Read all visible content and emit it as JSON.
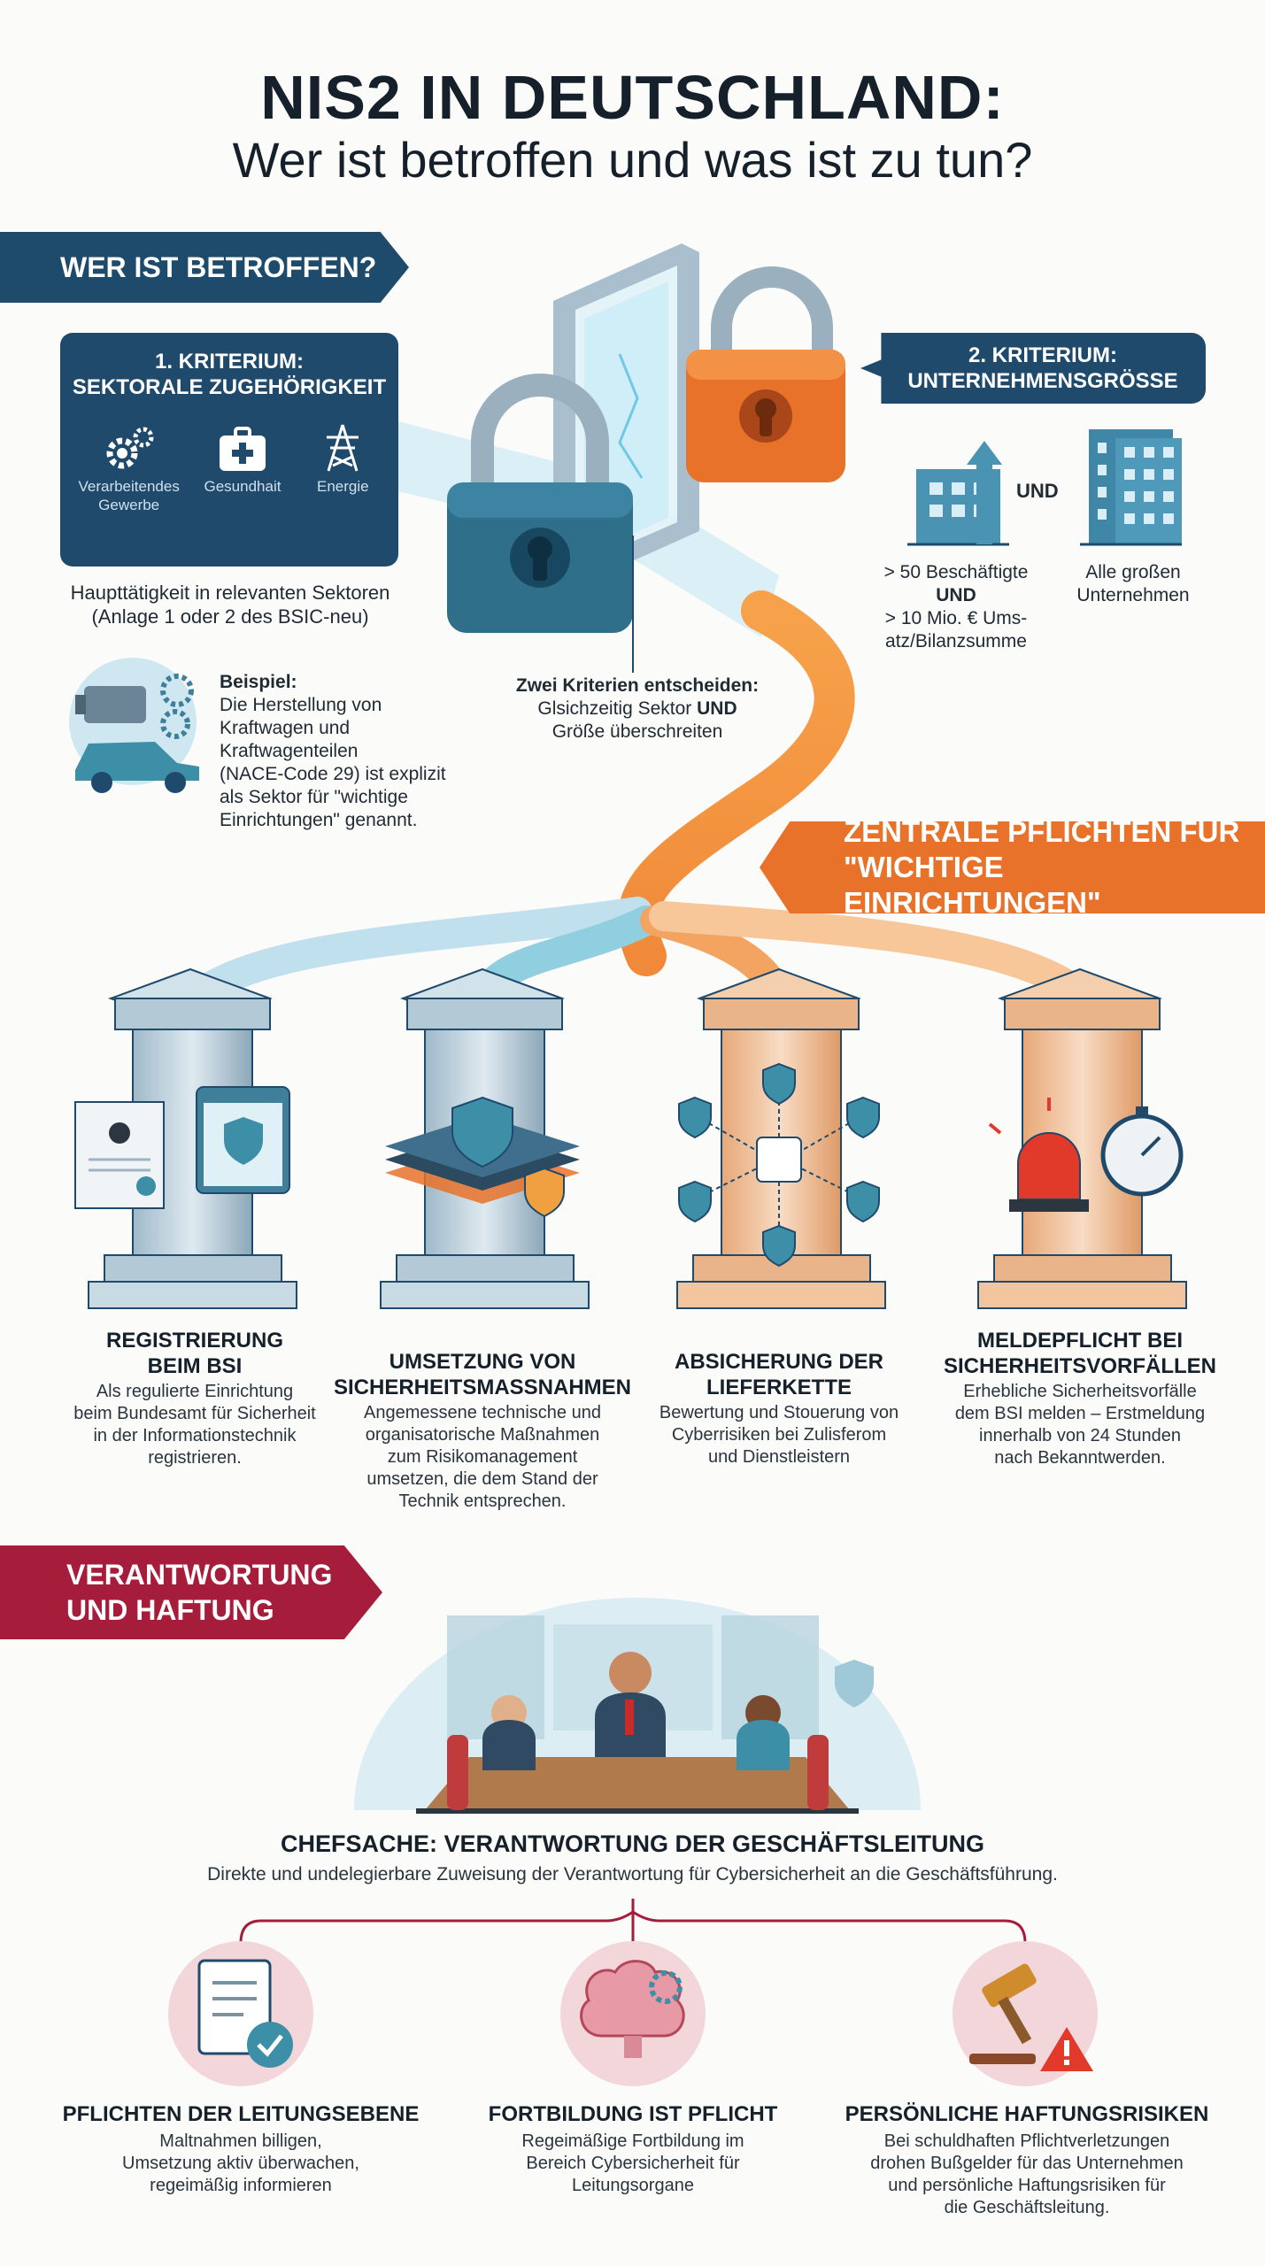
{
  "header": {
    "title": "NIS2 IN DEUTSCHLAND:",
    "subtitle": "Wer ist betroffen und was ist zu tun?"
  },
  "section1": {
    "banner": "WER IST BETROFFEN?",
    "criterion1": {
      "title_line1": "1. KRITERIUM:",
      "title_line2": "SEKTORALE ZUGEHÖRIGKEIT",
      "sectors": [
        {
          "icon": "gears-icon",
          "label_line1": "Verarbeitendes",
          "label_line2": "Gewerbe"
        },
        {
          "icon": "medical-kit-icon",
          "label_line1": "Gesundhait",
          "label_line2": ""
        },
        {
          "icon": "power-tower-icon",
          "label_line1": "Energie",
          "label_line2": ""
        }
      ],
      "note_line1": "Haupttätigkeit in relevanten Sektoren",
      "note_line2": "(Anlage 1 oder 2 des BSIC-neu)"
    },
    "criterion2": {
      "title_line1": "2. KRITERIUM:",
      "title_line2": "UNTERNEHMENSGRÖSSE",
      "and_label": "UND",
      "left_lines": [
        "> 50 Beschäftigte",
        "UND",
        "> 10 Mio. € Ums-",
        "atz/Bilanzsumme"
      ],
      "right_lines": [
        "Alle großen",
        "Unternehmen"
      ]
    },
    "example": {
      "label": "Beispiel:",
      "lines": [
        "Die Herstellung von",
        "Kraftwagen und",
        "Kraftwagenteilen",
        "(NACE-Code 29) ist explizit",
        "als Sektor für \"wichtige",
        "Einrichtungen\" genannt."
      ]
    },
    "center_caption": {
      "line1": "Zwei Kriterien entscheiden:",
      "line2_a": "Glsichzeitig Sektor ",
      "line2_b": "UND",
      "line3": "Größe überschreiten"
    }
  },
  "section2": {
    "banner_line1": "ZENTRALE PFLICHTEN FÜR",
    "banner_line2": "\"WICHTIGE EINRICHTUNGEN\"",
    "pillars": [
      {
        "title_line1": "REGISTRIERUNG",
        "title_line2": "BEIM BSI",
        "desc": [
          "Als regulierte Einrichtung",
          "beim Bundesamt für Sicherheit",
          "in der Informationstechnik",
          "registrieren."
        ]
      },
      {
        "title_line1": "UMSETZUNG VON",
        "title_line2": "SICHERHEITSMASSNAHMEN",
        "desc": [
          "Angemessene technische und",
          "organisatorische Maßnahmen",
          "zum Risikomanagement",
          "umsetzen, die dem Stand der",
          "Technik entsprechen."
        ]
      },
      {
        "title_line1": "ABSICHERUNG DER",
        "title_line2": "LIEFERKETTE",
        "desc": [
          "Bewertung und Stouerung von",
          "Cyberrisiken bei Zulisferom",
          "und Dienstleistern"
        ]
      },
      {
        "title_line1": "MELDEPFLICHT BEI",
        "title_line2": "SICHERHEITSVORFÄLLEN",
        "desc": [
          "Erhebliche Sicherheitsvorfälle",
          "dem BSI melden – Erstmeldung",
          "innerhalb von 24 Stunden",
          "nach Bekanntwerden."
        ]
      }
    ]
  },
  "section3": {
    "banner_line1": "VERANTWORTUNG",
    "banner_line2": "UND HAFTUNG",
    "main_title": "CHEFSACHE: VERANTWORTUNG DER GESCHÄFTSLEITUNG",
    "main_desc": "Direkte und undelegierbare Zuweisung der Verantwortung für Cybersicherheit an die Geschäftsführung.",
    "items": [
      {
        "icon": "checklist-document-icon",
        "title": "PFLICHTEN DER LEITUNGSEBENE",
        "desc": [
          "Maltnahmen billigen,",
          "Umsetzung aktiv überwachen,",
          "regeimäßig informieren"
        ]
      },
      {
        "icon": "brain-gear-icon",
        "title": "FORTBILDUNG IST PFLICHT",
        "desc": [
          "Regeimäßige Fortbildung im",
          "Bereich Cybersicherheit für",
          "Leitungsorgane"
        ]
      },
      {
        "icon": "gavel-warning-icon",
        "title": "PERSÖNLICHE HAFTUNGSRISIKEN",
        "desc": [
          "Bei schuldhaften Pflichtverletzungen",
          "drohen Bußgelder für das Unternehmen",
          "und persönliche Haftungsrisiken für",
          "die Geschäftsleitung."
        ]
      }
    ]
  },
  "colors": {
    "navy": "#1e4a6b",
    "orange": "#e8722a",
    "red": "#a61d3b",
    "teal": "#3d8fa8"
  }
}
